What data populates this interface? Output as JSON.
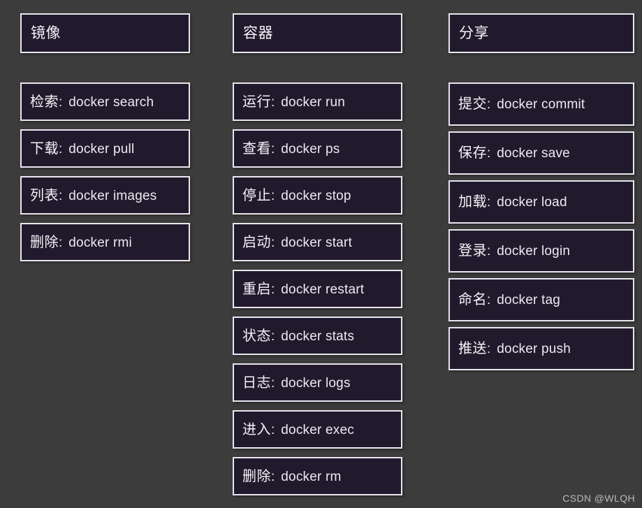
{
  "page": {
    "background_color": "#3c3c3c",
    "box_fill_color": "#211a2c",
    "box_border_color": "#e9e6ef",
    "text_color": "#f4f2f8",
    "watermark": "CSDN @WLQH"
  },
  "columns": [
    {
      "id": "images",
      "header": "镜像",
      "items": [
        {
          "cn": "检索",
          "colon": ":",
          "cmd": "docker search"
        },
        {
          "cn": "下载",
          "colon": ":",
          "cmd": "docker pull"
        },
        {
          "cn": "列表",
          "colon": ":",
          "cmd": "docker images"
        },
        {
          "cn": "删除",
          "colon": ":",
          "cmd": "docker rmi"
        }
      ]
    },
    {
      "id": "containers",
      "header": "容器",
      "items": [
        {
          "cn": "运行",
          "colon": ":",
          "cmd": "docker run"
        },
        {
          "cn": "查看",
          "colon": ":",
          "cmd": "docker ps"
        },
        {
          "cn": "停止",
          "colon": ":",
          "cmd": "docker stop"
        },
        {
          "cn": "启动",
          "colon": ":",
          "cmd": "docker start"
        },
        {
          "cn": "重启",
          "colon": ":",
          "cmd": "docker restart"
        },
        {
          "cn": "状态",
          "colon": ":",
          "cmd": "docker stats"
        },
        {
          "cn": "日志",
          "colon": ":",
          "cmd": "docker logs"
        },
        {
          "cn": "进入",
          "colon": ":",
          "cmd": "docker exec"
        },
        {
          "cn": "删除",
          "colon": ":",
          "cmd": "docker rm"
        }
      ]
    },
    {
      "id": "share",
      "header": "分享",
      "items": [
        {
          "cn": "提交",
          "colon": ":",
          "cmd": "docker commit"
        },
        {
          "cn": "保存",
          "colon": ":",
          "cmd": "docker save"
        },
        {
          "cn": "加载",
          "colon": ":",
          "cmd": "docker load"
        },
        {
          "cn": "登录",
          "colon": ":",
          "cmd": "docker login"
        },
        {
          "cn": "命名",
          "colon": ":",
          "cmd": "docker tag"
        },
        {
          "cn": "推送",
          "colon": ":",
          "cmd": "docker push"
        }
      ]
    }
  ]
}
